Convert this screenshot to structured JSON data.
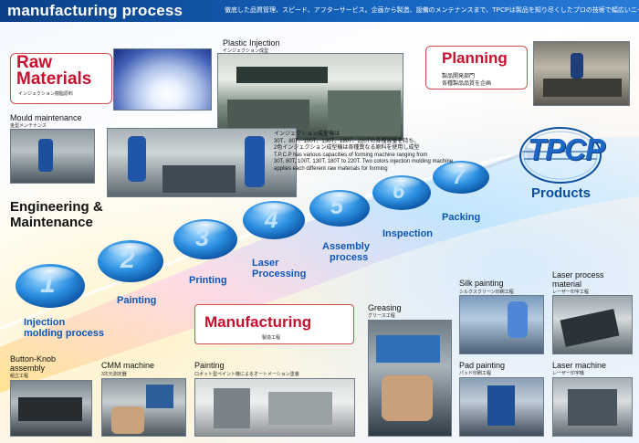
{
  "header": {
    "title": "manufacturing process",
    "description": "徹底した品質管理、スピード、アフターサービス。企画から製造、設備のメンテナンスまで、TPCPは製品を知り尽くしたプロの技術で幅広いニーズにお応えします。"
  },
  "raw_materials": {
    "title_line1": "Raw",
    "title_line2": "Materials",
    "subtitle": "インジェクション樹脂原料"
  },
  "plastic_injection": {
    "title": "Plastic Injection",
    "subtitle": "インジェクション成型"
  },
  "planning": {
    "title": "Planning",
    "sub1": "製品開発部門",
    "sub2": "各種製品品質を企画"
  },
  "mould": {
    "title": "Mould maintenance",
    "subtitle": "金型メンテナンス"
  },
  "injection_note": {
    "jp1": "インジェクション成型機は",
    "jp2": "30T、80T、100T、130T、180T、220Tの各種容量を持ち、",
    "jp3": "2色インジェクション成型機は各種異なる原料を使用し成型",
    "en1": "T.P.C.P has various capacities of forming machine ranging from",
    "en2": "30T, 80T, 100T, 130T, 180T to 220T. Two colors injection molding machine",
    "en3": "applies each different raw materials for forming"
  },
  "logo": {
    "text": "TPCP",
    "products": "Products"
  },
  "engineering": {
    "line1": "Engineering &",
    "line2": "Maintenance"
  },
  "steps": {
    "s1": {
      "num": "1",
      "label1": "Injection",
      "label2": "molding process"
    },
    "s2": {
      "num": "2",
      "label": "Painting"
    },
    "s3": {
      "num": "3",
      "label": "Printing"
    },
    "s4": {
      "num": "4",
      "label1": "Laser",
      "label2": "Processing"
    },
    "s5": {
      "num": "5",
      "label1": "Assembly",
      "label2": "process"
    },
    "s6": {
      "num": "6",
      "label": "Inspection"
    },
    "s7": {
      "num": "7",
      "label": "Packing"
    }
  },
  "manufacturing": {
    "title": "Manufacturing",
    "subtitle": "製造工程"
  },
  "button_knob": {
    "line1": "Button-Knob",
    "line2": "assembly",
    "subtitle": "組立工程"
  },
  "cmm": {
    "title": "CMM machine",
    "subtitle": "3次元測定器"
  },
  "painting_bottom": {
    "title": "Painting",
    "subtitle": "ロボット型ペイント機によるオートメーション塗装"
  },
  "greasing": {
    "title": "Greasing",
    "subtitle": "グリース工程"
  },
  "silk": {
    "title": "Silk painting",
    "subtitle": "シルクスクリーン印刷工程"
  },
  "laser_material": {
    "line1": "Laser process",
    "line2": "material",
    "subtitle": "レーザー印字工程"
  },
  "pad": {
    "title": "Pad painting",
    "subtitle": "パッド印刷工程"
  },
  "laser_machine": {
    "title": "Laser machine",
    "subtitle": "レーザー印字機"
  },
  "colors": {
    "header": "#1565c0",
    "accent_red": "#c8102e",
    "step_blue": "#0d56b8",
    "bubble": "#2a8ee0"
  }
}
